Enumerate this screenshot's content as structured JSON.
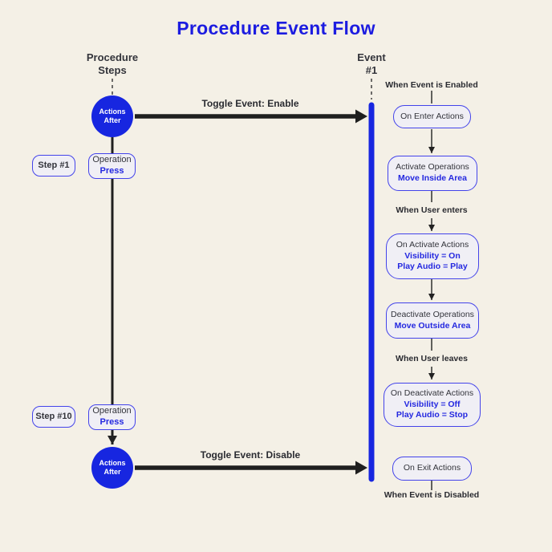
{
  "title": "Procedure Event Flow",
  "colors": {
    "bg": "#f4f0e6",
    "accent_fill": "#1726e0",
    "title": "#1c1ce0",
    "blue_text": "#2428e0",
    "border_blue": "#4343ea",
    "box_fill": "#f0eff5",
    "dark_text": "#33343b",
    "line_dark": "#1f1f1f"
  },
  "left_column": {
    "header": "Procedure\nSteps",
    "actions_after_top": "Actions\nAfter",
    "actions_after_bottom": "Actions\nAfter",
    "step1": "Step #1",
    "step10": "Step #10",
    "operation_top": {
      "line1": "Operation",
      "line2": "Press"
    },
    "operation_bottom": {
      "line1": "Operation",
      "line2": "Press"
    }
  },
  "arrows": {
    "enable": "Toggle Event: Enable",
    "disable": "Toggle Event: Disable"
  },
  "right_column": {
    "header": "Event\n#1",
    "labels": {
      "enabled": "When Event is Enabled",
      "user_enters": "When User enters",
      "user_leaves": "When User leaves",
      "disabled": "When Event is Disabled"
    },
    "boxes": {
      "enter": {
        "line1": "On Enter Actions"
      },
      "activate": {
        "line1": "Activate Operations",
        "line2": "Move Inside Area"
      },
      "on_activate": {
        "line1": "On Activate Actions",
        "line2": "Visibility = On",
        "line3": "Play Audio = Play"
      },
      "deactivate": {
        "line1": "Deactivate Operations",
        "line2": "Move Outside Area"
      },
      "on_deactivate": {
        "line1": "On Deactivate Actions",
        "line2": "Visibility = Off",
        "line3": "Play Audio = Stop"
      },
      "exit": {
        "line1": "On Exit Actions"
      }
    }
  }
}
